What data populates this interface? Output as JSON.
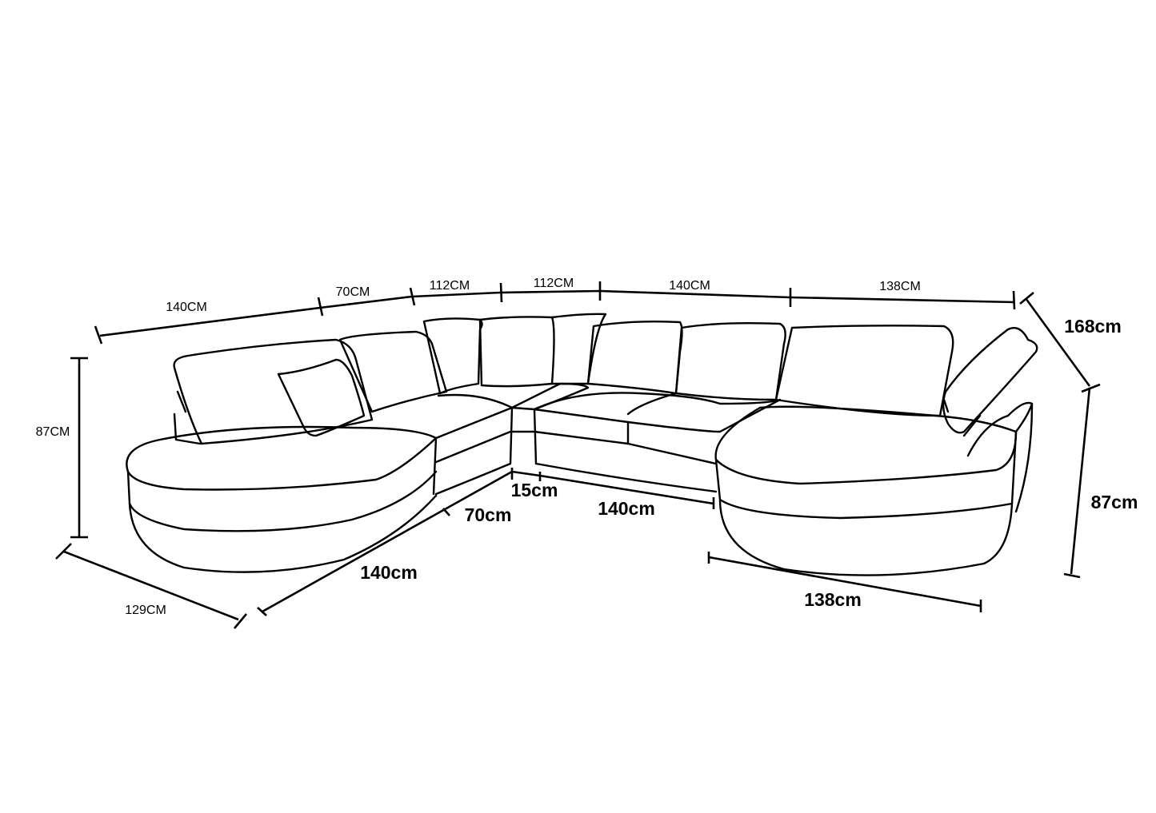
{
  "diagram": {
    "top_dimensions": [
      "140CM",
      "70CM",
      "112CM",
      "112CM",
      "140CM",
      "138CM"
    ],
    "left_height": "87CM",
    "left_depth": "129CM",
    "right_depth": "168cm",
    "right_height": "87cm",
    "front_dimensions": {
      "corner_gap": "15cm",
      "corner_depth": "70cm",
      "left_front": "140cm",
      "center_front": "140cm",
      "right_chaise": "138cm"
    },
    "line_color": "#000000",
    "background_color": "#ffffff"
  }
}
